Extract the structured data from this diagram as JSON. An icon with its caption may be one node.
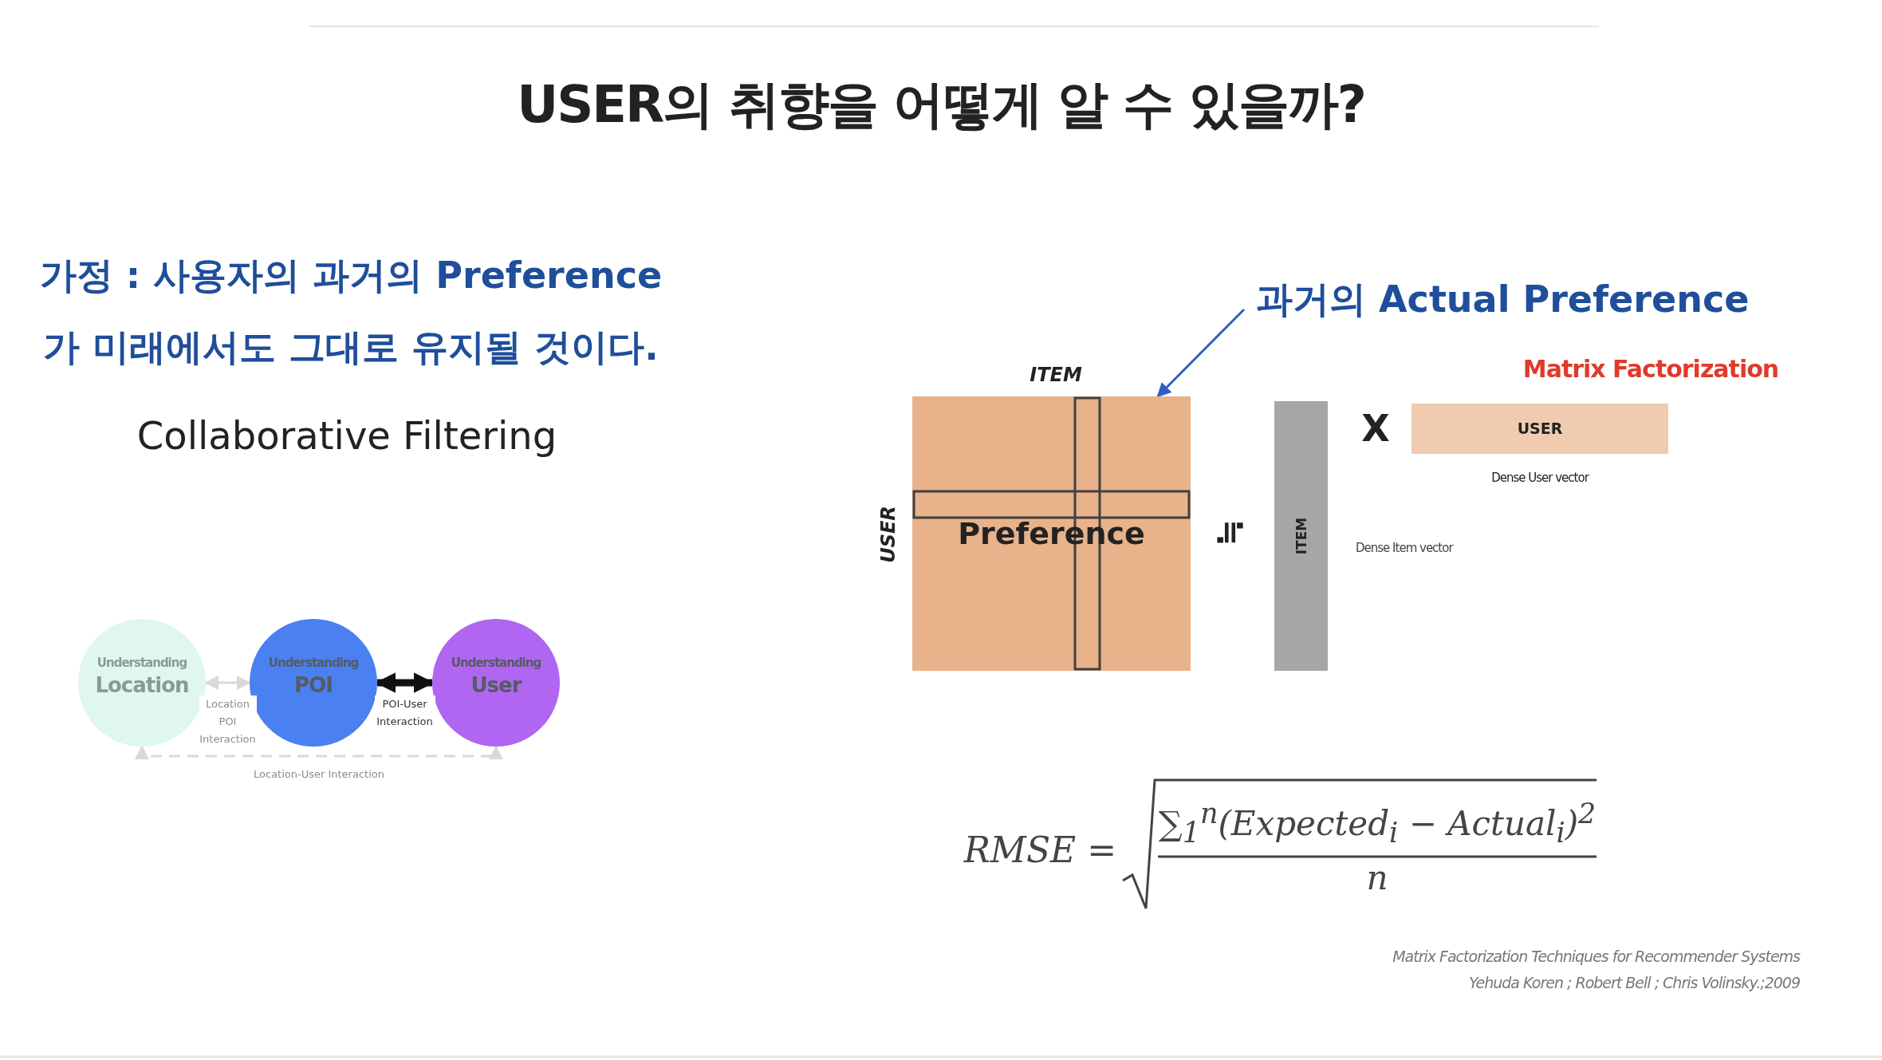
{
  "diagram": {
    "title": "USER의 취향을 어떻게 알 수 있을까?",
    "nodes": [
      {
        "text": [
          "Understanding",
          "Location"
        ]
      },
      {
        "text": [
          "Understanding",
          "POI"
        ]
      },
      {
        "text": [
          "Understanding",
          "User"
        ]
      },
      {
        "text": [
          "과거의 Actual Preference"
        ]
      },
      {
        "text": [
          "Preference"
        ],
        "beside": [
          "ITEM",
          "USER"
        ]
      },
      {
        "text": [
          "ITEM"
        ]
      },
      {
        "text": [
          "USER"
        ]
      }
    ],
    "edges": [
      {
        "from": 0,
        "to": 1,
        "arrow": "both",
        "label": "Location POI Interaction",
        "color": "#d9d9d9"
      },
      {
        "from": 1,
        "to": 2,
        "arrow": "both",
        "label": "POI-User Interaction",
        "style": "thick",
        "color": "#111111"
      },
      {
        "from": 0,
        "to": 2,
        "arrow": "both",
        "label": "Location-User Interaction",
        "style": "dashed",
        "color": "#d9d9d9"
      },
      {
        "from": 3,
        "to": 4,
        "arrow": "to",
        "color": "#2f5fc4"
      }
    ],
    "labels": [
      "가정 : 사용자의 과거의 Preference가 미래에서도 그대로 유지될 것이다.",
      "Matrix Factorization",
      "Collaborative Filtering",
      "X",
      "Dense User vector",
      "≒",
      "Dense Item vector",
      "RMSE =",
      "∑$_{1}$$^{n}$(Expected$_{i}$ − Actual$_{i}$)$^{2}$",
      "n",
      "Matrix Factorization Techniques for Recommender Systems",
      "Yehuda Koren ; Robert Bell ; Chris Volinsky.;2009"
    ]
  }
}
